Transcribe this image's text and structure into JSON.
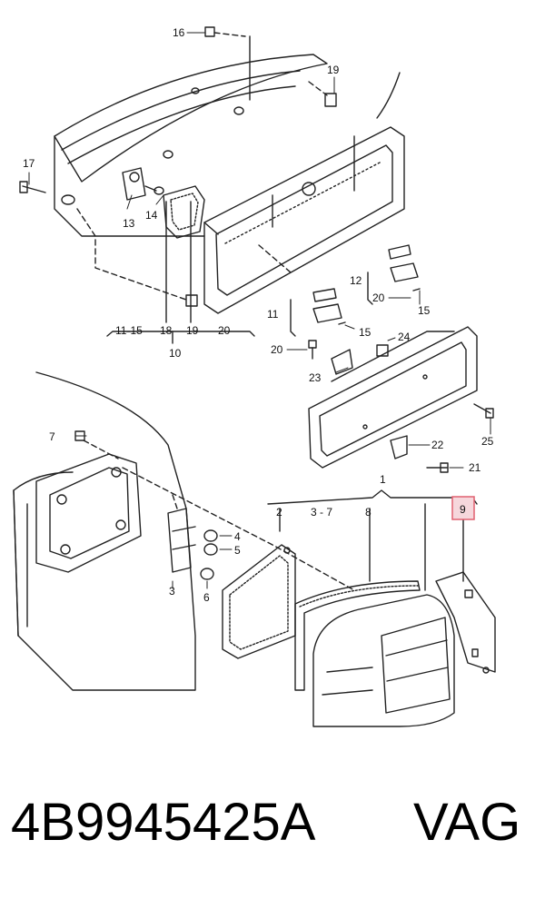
{
  "callouts": {
    "c1": "1",
    "c2": "2",
    "c3": "3",
    "c3_7": "3 - 7",
    "c4": "4",
    "c5": "5",
    "c6": "6",
    "c7": "7",
    "c8": "8",
    "c9": "9",
    "c10": "10",
    "c11": "11",
    "c11_15": "11-15",
    "c12": "12",
    "c13": "13",
    "c14": "14",
    "c15a": "15",
    "c15b": "15",
    "c16": "16",
    "c17": "17",
    "c18": "18",
    "c19a": "19",
    "c19b": "19",
    "c20a": "20",
    "c20b": "20",
    "c20c": "20",
    "c21": "21",
    "c22": "22",
    "c23": "23",
    "c24": "24",
    "c25": "25"
  },
  "highlight_color": "#e06070",
  "footer": {
    "part_number": "4B9945425A",
    "brand": "VAG"
  }
}
